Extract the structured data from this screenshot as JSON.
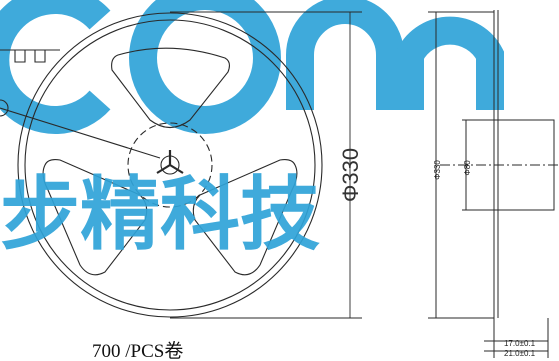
{
  "watermark": {
    "logo_text": "conn",
    "cn_text": "步精科技",
    "color": "#2fa3d8"
  },
  "dimensions": {
    "outer_diameter_main": "Φ330",
    "outer_diameter_side": "Φ330",
    "hub_diameter": "Φ80",
    "width_inner": "17.0±0.1",
    "width_outer": "21.0±0.1"
  },
  "caption": "700 /PCS卷",
  "colors": {
    "line": "#2a2a2a",
    "watermark": "#2fa3d8"
  }
}
